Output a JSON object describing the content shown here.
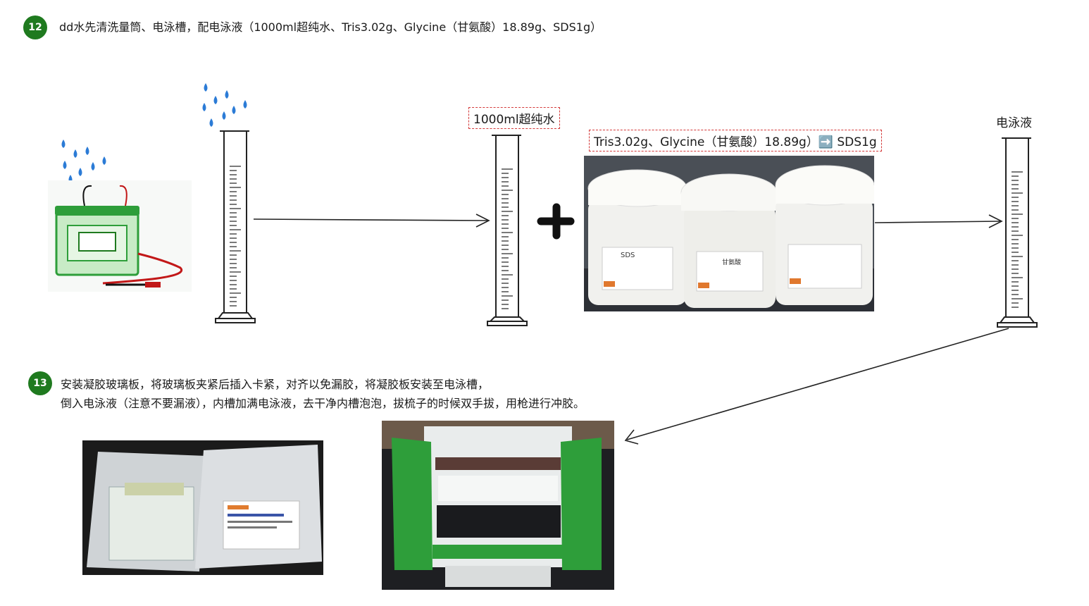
{
  "step12": {
    "number": "12",
    "text": "dd水先清洗量筒、电泳槽，配电泳液（1000ml超纯水、Tris3.02g、Glycine（甘氨酸）18.89g、SDS1g）"
  },
  "labels": {
    "water": "1000ml超纯水",
    "reagents": "Tris3.02g、Glycine（甘氨酸）18.89g）➡️ SDS1g",
    "buffer": "电泳液",
    "plus": "+"
  },
  "bottles": [
    {
      "cap_note": "",
      "label": "SDS"
    },
    {
      "cap_note": "",
      "label": "甘氨酸"
    },
    {
      "cap_note": "",
      "label": ""
    }
  ],
  "step13": {
    "number": "13",
    "line1": "安装凝胶玻璃板，将玻璃板夹紧后插入卡紧，对齐以免漏胶，将凝胶板安装至电泳槽，",
    "line2": "倒入电泳液（注意不要漏液），内槽加满电泳液，去干净内槽泡泡，拔梳子的时候双手拔，用枪进行冲胶。"
  },
  "colors": {
    "badge": "#1f7a1f",
    "dashed_border": "#d43a3a",
    "tank_green": "#2e9e3a",
    "droplet": "#2b7bd6"
  },
  "icons": [
    "water-droplet-icon",
    "electrophoresis-tank-icon",
    "graduated-cylinder-icon",
    "plus-icon",
    "arrow-icon"
  ]
}
